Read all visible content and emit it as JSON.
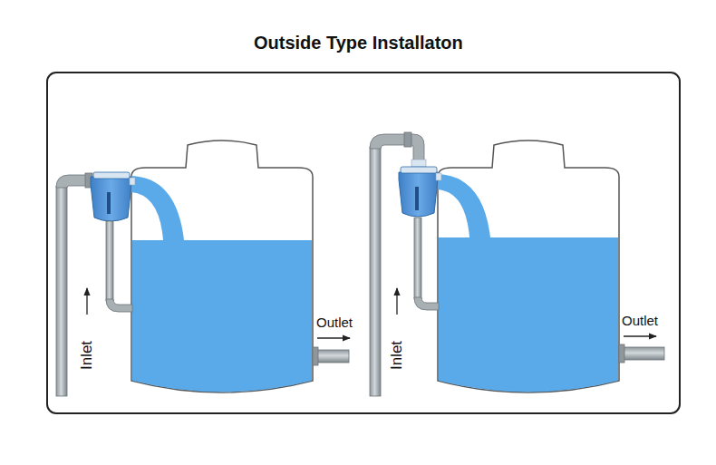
{
  "diagram": {
    "title": "Outside Type Installaton",
    "labels": [
      "Inlet",
      "Outlet",
      "Inlet",
      "Outlet"
    ]
  }
}
